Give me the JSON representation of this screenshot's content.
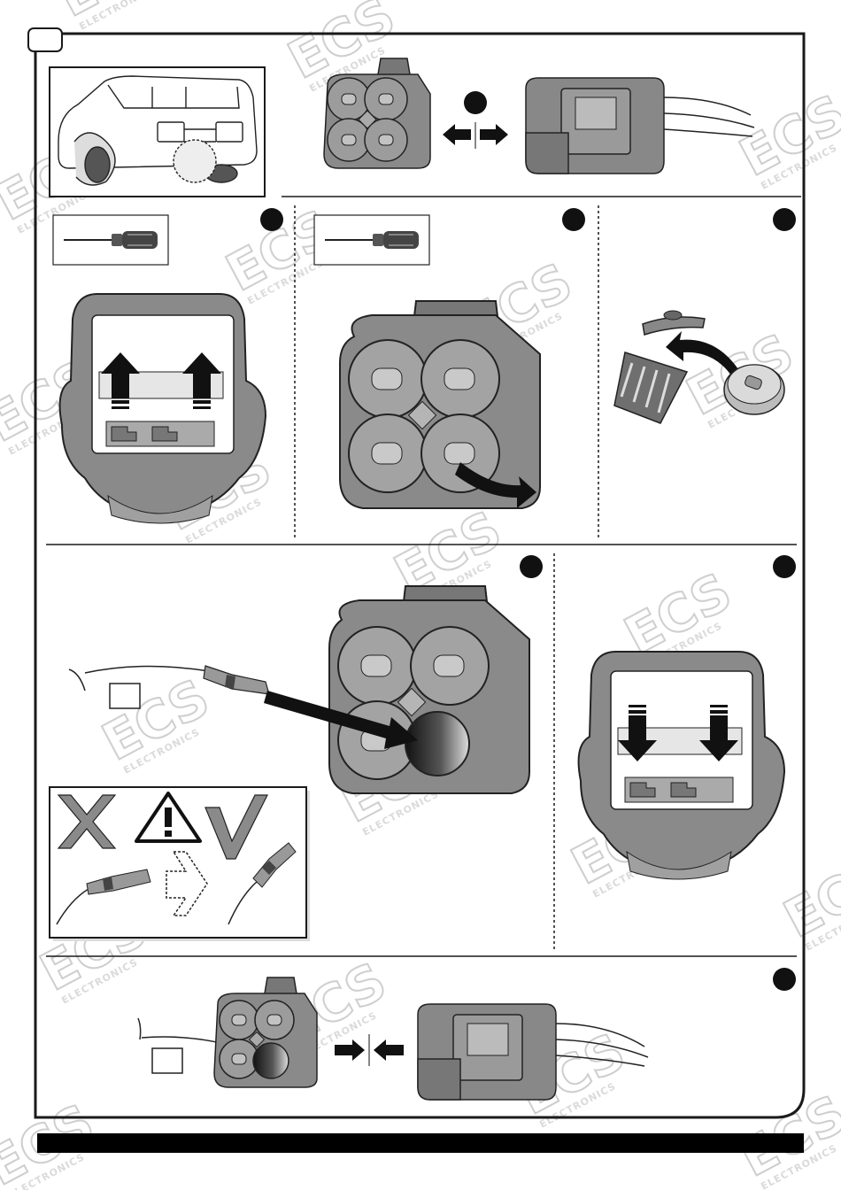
{
  "page": {
    "corner_tab": "",
    "footer_text": ""
  },
  "watermark": {
    "brand": "ECS",
    "sub": "ELECTRONICS"
  },
  "steps": [
    {
      "id": "step-1",
      "label": ""
    },
    {
      "id": "step-2",
      "label": ""
    },
    {
      "id": "step-3",
      "label": ""
    },
    {
      "id": "step-4",
      "label": ""
    },
    {
      "id": "step-5",
      "label": ""
    },
    {
      "id": "step-6",
      "label": ""
    },
    {
      "id": "step-7",
      "label": ""
    }
  ],
  "panels": [
    {
      "name": "panel-vehicle-and-disconnect",
      "icons": [
        "car-rear-icon",
        "connector-front-icon",
        "separate-arrows-icon",
        "plug-side-icon"
      ]
    },
    {
      "name": "panel-release-lock",
      "icons": [
        "screwdriver-icon",
        "connector-rear-icon",
        "up-arrows-icon"
      ]
    },
    {
      "name": "panel-remove-plug",
      "icons": [
        "screwdriver-icon",
        "connector-front-icon",
        "curved-arrow-icon"
      ]
    },
    {
      "name": "panel-discard-plug",
      "icons": [
        "trash-bin-icon",
        "seal-plug-icon"
      ]
    },
    {
      "name": "panel-insert-wire",
      "icons": [
        "wire-terminal-icon",
        "connector-front-icon",
        "insert-arrow-icon",
        "wire-tag-box"
      ]
    },
    {
      "name": "panel-orientation-warning",
      "icons": [
        "wrong-x-icon",
        "warning-triangle-icon",
        "correct-check-icon",
        "dashed-arrow-icon"
      ]
    },
    {
      "name": "panel-lock-again",
      "icons": [
        "connector-rear-icon",
        "down-arrows-icon"
      ]
    },
    {
      "name": "panel-reconnect",
      "icons": [
        "connector-front-icon",
        "join-arrows-icon",
        "plug-side-icon",
        "wire-tag-box"
      ]
    }
  ],
  "colors": {
    "frame": "#1a1a1a",
    "connector": "#7a7a7a",
    "connector_light": "#a3a3a3",
    "connector_dark": "#4d4d4d",
    "watermark": "#c9c9c9",
    "step_badge": "#111111"
  }
}
